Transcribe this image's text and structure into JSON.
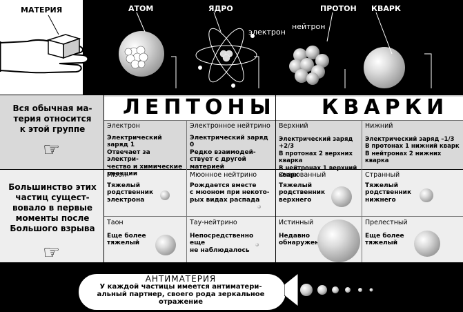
{
  "labels": {
    "materia": "МАТЕРИЯ",
    "atom": "АТОМ",
    "yadro": "ЯДРО",
    "elektron": "электрон",
    "proton": "ПРОТОН",
    "neitron": "нейтрон",
    "kvark": "КВАРК"
  },
  "groups": {
    "leptony": "ЛЕПТОНЫ",
    "kvarki": "КВАРКИ"
  },
  "rows": {
    "ordinary": "Вся обычная ма-\nтерия относится\nк этой группе",
    "early": "Большинство этих\nчастиц сущест-\nвовало в первые\nмоменты после\nБольшого взрыва"
  },
  "cells": {
    "electron": {
      "title": "Электрон",
      "text": "Электрический заряд 1\nОтвечает за электри-\nчество и химические\nреакции"
    },
    "e_neutrino": {
      "title": "Электронное нейтрино",
      "text": "Электрический заряд 0\nРедко взаимодей-\nствует с другой\nматерией"
    },
    "up": {
      "title": "Верхний",
      "text": "Электрический заряд +2/3\nВ протонах 2 верхних кварка\nВ нейтронах 1 верхний кварк"
    },
    "down": {
      "title": "Нижний",
      "text": "Электрический заряд –1/3\nВ протонах 1 нижний кварк\nВ нейтронах 2 нижних кварка"
    },
    "muon": {
      "title": "Мюон",
      "text": "Тяжелый\nродственник\nэлектрона"
    },
    "mu_neutrino": {
      "title": "Мюонное нейтрино",
      "text": "Рождается вместе\nс мюоном при некото-\nрых видах распада"
    },
    "charm": {
      "title": "Очарованный",
      "text": "Тяжелый\nродственник\nверхнего"
    },
    "strange": {
      "title": "Странный",
      "text": "Тяжелый\nродственник\nнижнего"
    },
    "tau": {
      "title": "Таон",
      "text": "Еще более\nтяжелый"
    },
    "tau_neutrino": {
      "title": "Тау-нейтрино",
      "text": "Непосредственно\nеще\nне наблюдалось"
    },
    "top": {
      "title": "Истинный",
      "text": "Недавно\nобнаружен"
    },
    "bottom": {
      "title": "Прелестный",
      "text": "Еще более\nтяжелый"
    }
  },
  "antimatter": {
    "title": "АНТИМАТЕРИЯ",
    "text": "У каждой частицы имеется антиматери-\nальный партнер, своего рода зеркальное\nотражение"
  },
  "icons": [
    "hand-holding-cube-icon",
    "pointing-hand-icon",
    "pointing-hand-icon"
  ]
}
